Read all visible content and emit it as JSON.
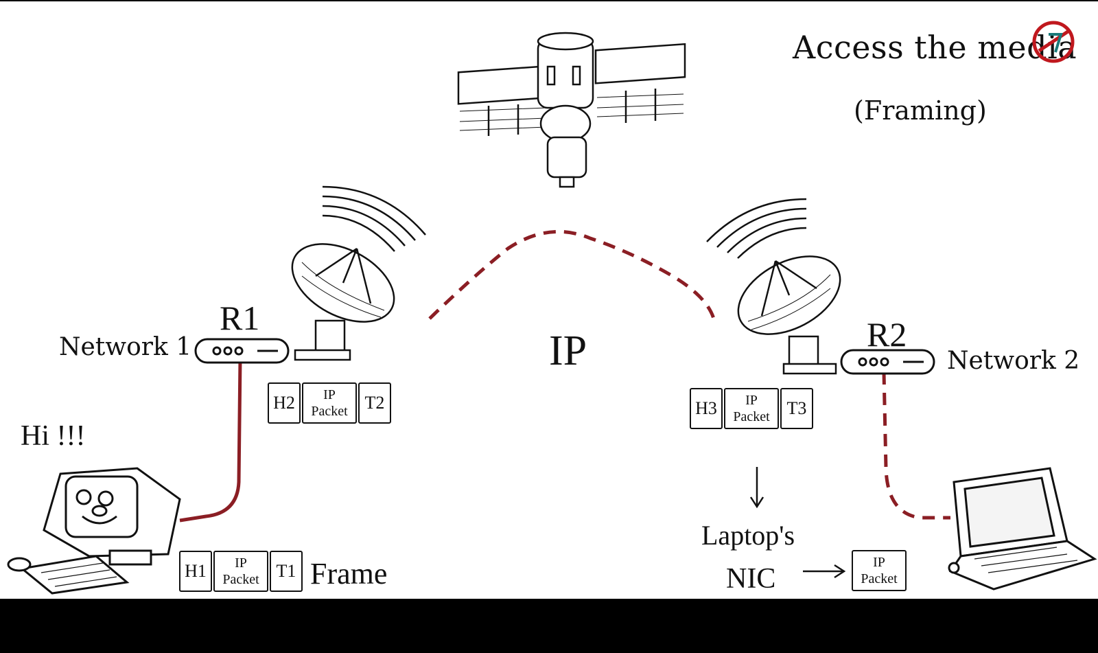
{
  "title": "Access the media",
  "subtitle": "(Framing)",
  "router1": {
    "label": "R1",
    "network": "Network 1"
  },
  "router2": {
    "label": "R2",
    "network": "Network 2"
  },
  "center_label": "IP",
  "greeting": "Hi !!!",
  "frame_label": "Frame",
  "nic_label": {
    "line1": "Laptop's",
    "line2": "NIC"
  },
  "frames": [
    {
      "header": "H1",
      "packet": [
        "IP",
        "Packet"
      ],
      "trailer": "T1"
    },
    {
      "header": "H2",
      "packet": [
        "IP",
        "Packet"
      ],
      "trailer": "T2"
    },
    {
      "header": "H3",
      "packet": [
        "IP",
        "Packet"
      ],
      "trailer": "T3"
    }
  ],
  "decapsulated_packet": [
    "IP",
    "Packet"
  ],
  "colors": {
    "link": "#8b1e24",
    "ink": "#111111",
    "logo": "#c0181e",
    "logo_inner": "#1a7a7a"
  },
  "icons": [
    "satellite-icon",
    "satellite-dish-icon",
    "router-icon",
    "desktop-computer-icon",
    "laptop-icon",
    "channel-logo-icon"
  ]
}
